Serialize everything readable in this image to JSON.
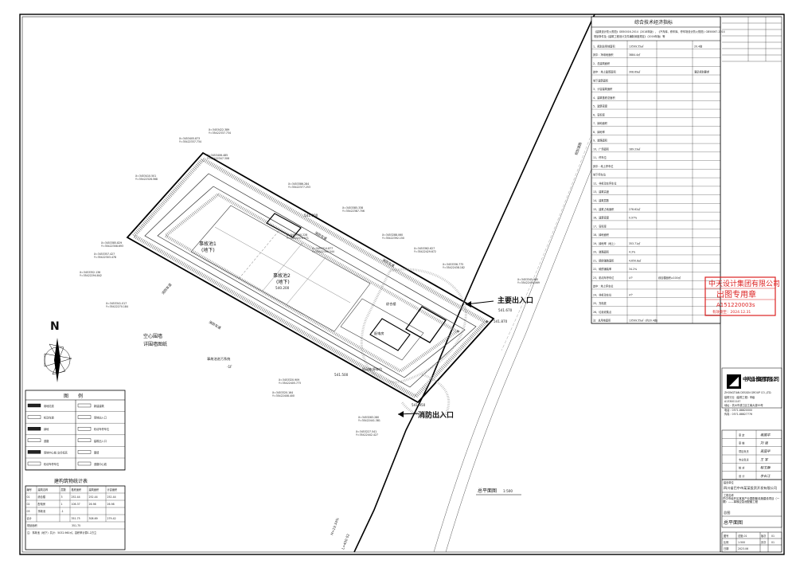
{
  "plan": {
    "north_label": "N",
    "site_title": "总平面图",
    "scale": "1:500",
    "main_entrance": "主要出入口",
    "fire_entrance": "消防出入口",
    "pools": [
      {
        "name": "事故池1",
        "sub": "(地下)"
      },
      {
        "name": "事故池2",
        "sub": "(地下)",
        "elev": "540.200"
      }
    ],
    "roads": [
      "消防车道",
      "消防车道",
      "消防车道",
      "消防车道"
    ],
    "annotations": [
      "空心围墙",
      "详围墙图纸",
      "事故池进污系统",
      "-1F"
    ],
    "buildings": [
      "综合楼",
      "配电房",
      "机动车停车位"
    ],
    "elevations": [
      "541.670",
      "541.870",
      "541.500",
      "541.950",
      "541.000"
    ],
    "coords": [
      {
        "x": "X=3453422.389",
        "y": "Y=35422337.734"
      },
      {
        "x": "X=3453405.873",
        "y": "Y=35422337.734"
      },
      {
        "x": "X=3453406.485",
        "y": "Y=35422347.308"
      },
      {
        "x": "X=3453410.501",
        "y": "Y=35422328.568"
      },
      {
        "x": "X=3453386.284",
        "y": "Y=35422377.253"
      },
      {
        "x": "X=3453385.338",
        "y": "Y=35422387.706"
      },
      {
        "x": "X=3453385.829",
        "y": "Y=35422308.693"
      },
      {
        "x": "X=3453357.427",
        "y": "Y=35422303.478"
      },
      {
        "x": "X=3453352.136",
        "y": "Y=35422294.842"
      },
      {
        "x": "X=3453390.228",
        "y": "Y=35422376.571"
      },
      {
        "x": "X=3453288.060",
        "y": "Y=35422392.150"
      },
      {
        "x": "X=3453314.877",
        "y": "Y=35422390.544"
      },
      {
        "x": "X=3453362.627",
        "y": "Y=35422429.672"
      },
      {
        "x": "X=3453336.775",
        "y": "Y=35422438.182"
      },
      {
        "x": "X=3453345.980",
        "y": "Y=35422494.069"
      },
      {
        "x": "X=3453341.017",
        "y": "Y=35422270.184"
      },
      {
        "x": "X=3453320.909",
        "y": "Y=35422405.773"
      },
      {
        "x": "X=3453320.164",
        "y": "Y=35422408.400"
      },
      {
        "x": "X=3453283.280",
        "y": "Y=35422441.381"
      },
      {
        "x": "X=3453227.541",
        "y": "Y=35422442.427"
      }
    ],
    "road_label_1": "规划道路",
    "road_label_2": "L=400 02",
    "road_label_3": "H=19.34%"
  },
  "legend": {
    "title": "图　　例",
    "items": [
      {
        "label": "用地红线",
        "label2": "新建建筑"
      },
      {
        "label": "机动车道",
        "label2": "场地出入口"
      },
      {
        "label": "绿地",
        "label2": "机动车停车位"
      },
      {
        "label": "道路",
        "label2": "建筑出入口"
      },
      {
        "label": "场地中心线 交点标高",
        "label2": "围墙"
      },
      {
        "label": "机动车停车位",
        "label2": "道路中心线"
      }
    ]
  },
  "stats": {
    "title": "建构筑物统计表",
    "headers": [
      "编号",
      "建筑名称",
      "层数",
      "基底面积",
      "建筑面积",
      "计容面积"
    ],
    "rows": [
      [
        "01",
        "综合楼",
        "3",
        "252.44",
        "252.44",
        "252.44"
      ],
      [
        "02",
        "配电房",
        "1",
        "106.37",
        "26.98",
        "26.98"
      ],
      [
        "03",
        "事故池",
        "-1",
        "",
        "",
        ""
      ]
    ],
    "total_row": [
      "合计",
      "",
      "",
      "351.75",
      "308.69",
      "279.42"
    ],
    "footer": "规划面积",
    "footer_val": "351.75",
    "note": "注：事故池（地下）共计：5032.960㎡，容积率计算1.2万立"
  },
  "tech": {
    "title": "综合技术经济指标",
    "note1": "《建筑设计防火规范》GB50016-2014（2018年版），《汽车库、修车库、停车场设计防火规范》GB50067-2014",
    "note2": "规划条件及《建筑工程设计文件编制深度规定》（2016年版）等",
    "rows": [
      {
        "k": "1、规划总用地面积",
        "v": "13599.55㎡",
        "v2": "",
        "v3": "20.4亩"
      },
      {
        "k": "其中：净用地面积",
        "v": "3884.4㎡",
        "v2": "",
        "v3": ""
      },
      {
        "k": "2、总建筑面积",
        "v": "",
        "v2": "",
        "v3": ""
      },
      {
        "k": "其中：地上建筑面积",
        "v": "308.69㎡",
        "v2": "",
        "v3": "满足规划要求"
      },
      {
        "k": "地下建筑面积",
        "v": "",
        "v2": "",
        "v3": ""
      },
      {
        "k": "3、计容建筑面积",
        "v": "",
        "v2": "",
        "v3": ""
      },
      {
        "k": "4、建筑基底总面积",
        "v": "",
        "v2": "",
        "v3": ""
      },
      {
        "k": "5、建筑密度",
        "v": "",
        "v2": "",
        "v3": ""
      },
      {
        "k": "6、容积率",
        "v": "",
        "v2": "",
        "v3": ""
      },
      {
        "k": "7、绿地面积",
        "v": "",
        "v2": "",
        "v3": ""
      },
      {
        "k": "8、绿地率",
        "v": "",
        "v2": "",
        "v3": ""
      },
      {
        "k": "9、道路面积",
        "v": "",
        "v2": "",
        "v3": ""
      },
      {
        "k": "10、广场面积",
        "v": "189.23㎡",
        "v2": "",
        "v3": ""
      },
      {
        "k": "11、停车位",
        "v": "",
        "v2": "",
        "v3": ""
      },
      {
        "k": "其中：地上停车位",
        "v": "",
        "v2": "",
        "v3": ""
      },
      {
        "k": "地下停车位",
        "v": "",
        "v2": "",
        "v3": ""
      },
      {
        "k": "12、非机动车停车位",
        "v": "",
        "v2": "",
        "v3": ""
      },
      {
        "k": "13、建筑高度",
        "v": "",
        "v2": "",
        "v3": ""
      },
      {
        "k": "14、建筑层数",
        "v": "",
        "v2": "",
        "v3": ""
      },
      {
        "k": "15、建筑占地面积",
        "v": "278.62㎡",
        "v2": "",
        "v3": ""
      },
      {
        "k": "16、建筑密度",
        "v": "0.97%",
        "v2": "",
        "v3": ""
      },
      {
        "k": "17、容积率",
        "v": "",
        "v2": "",
        "v3": ""
      },
      {
        "k": "18、绿地面积",
        "v": "",
        "v2": "",
        "v3": ""
      },
      {
        "k": "19、绿地率（地上）",
        "v": "353.71㎡",
        "v2": "",
        "v3": ""
      },
      {
        "k": "20、道路面积",
        "v": "4.3%",
        "v2": "",
        "v3": ""
      },
      {
        "k": "21、硬质铺装面积",
        "v": "4,650.8㎡",
        "v2": "",
        "v3": ""
      },
      {
        "k": "22、硬质铺装率",
        "v": "34.2%",
        "v2": "",
        "v3": ""
      },
      {
        "k": "23、机动车停车位",
        "v": "4个",
        "v2": "综合楼面积≥100㎡",
        "v3": ""
      },
      {
        "k": "其中：地上停车位",
        "v": "",
        "v2": "",
        "v3": ""
      },
      {
        "k": "24、非机动车位",
        "v": "4个",
        "v2": "",
        "v3": ""
      },
      {
        "k": "25、充电桩",
        "v": "",
        "v2": "",
        "v3": ""
      },
      {
        "k": "26、垃圾收集点",
        "v": "",
        "v2": "",
        "v3": ""
      },
      {
        "k": "注：总用地面积",
        "v": "13599.55㎡（约20.4亩）",
        "v2": "",
        "v3": ""
      }
    ]
  },
  "titleblock": {
    "company": "中天设计集团有限公司",
    "company_en": "ZHONGTIAN DESIGN GROUP CO.,LTD.",
    "stamp_line1": "中天设计集团有限公司",
    "stamp_line2": "出图专用章",
    "stamp_line3": "A151220003s",
    "stamp_line4": "有效期至：2024.12.31",
    "cert": "建筑行业（建筑工程）甲级",
    "cert_no": "A133001147",
    "addr": "地址：杭州市滨江区江南大道99号",
    "tel": "电话：0571-88820000",
    "fax": "传真：0571-88827776",
    "client_label": "建设单位",
    "client": "四川省巴中市某某投资开发有限公司",
    "project_label": "工程名称",
    "project": "巴中市经开区某某产业园配套设施建设项目（一期）——事故应急池配套工程",
    "subproject": "总图",
    "drawing": "总平面图",
    "roles": [
      {
        "role": "审 定",
        "name": "蒋国平"
      },
      {
        "role": "审 核",
        "name": "刘 强"
      },
      {
        "role": "项目负责",
        "name": "蒋国平"
      },
      {
        "role": "专业负责",
        "name": "王 军"
      },
      {
        "role": "校 对",
        "name": "程玉静"
      },
      {
        "role": "设 计",
        "name": "李长江"
      }
    ],
    "drawing_no_label": "图号",
    "drawing_no": "总施-01",
    "scale_label": "比例",
    "scale": "1:500",
    "date_label": "日期",
    "date": "2023.06",
    "version_label": "版次",
    "version": "01",
    "sheet_label": "页次",
    "sheet": "01"
  }
}
